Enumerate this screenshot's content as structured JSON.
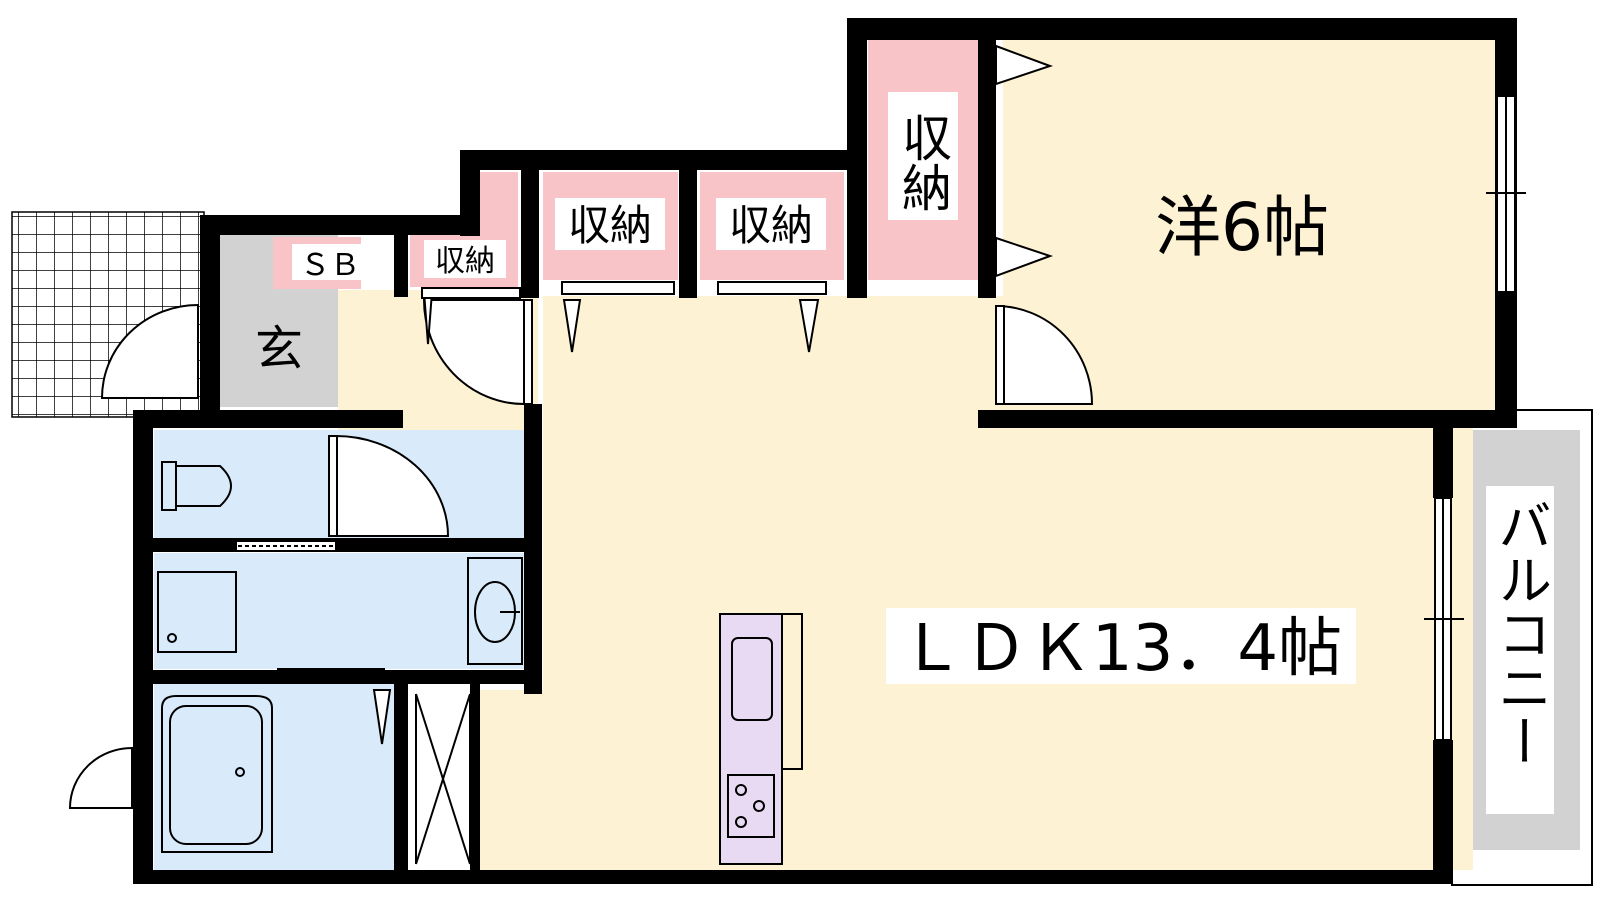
{
  "rooms": {
    "western_room": "洋6帖",
    "ldk": "ＬＤＫ13．4帖",
    "balcony": "バルコニー",
    "entrance": "玄",
    "shoe_box": "ＳＢ"
  },
  "storage": {
    "small": "収納",
    "mid_1": "収納",
    "mid_2": "収納",
    "tall": "収納"
  },
  "colors": {
    "room_floor": "#fdf2d3",
    "storage": "#f9c4c8",
    "wet_area": "#d9ebfb",
    "entrance": "#d2d2d2",
    "kitchen": "#e8daf2",
    "wall": "#000000"
  }
}
